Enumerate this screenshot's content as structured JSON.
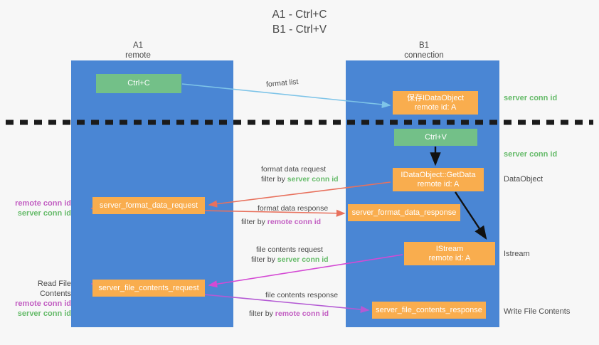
{
  "title": {
    "line1": "A1 - Ctrl+C",
    "line2": "B1 - Ctrl+V"
  },
  "lanes": [
    {
      "id": "a1",
      "name": "A1",
      "role": "remote"
    },
    {
      "id": "b1",
      "name": "B1",
      "role": "connection"
    }
  ],
  "boxes": {
    "ctrl_c": {
      "label": "Ctrl+C",
      "color": "#73c088"
    },
    "data_object": {
      "line1": "保存IDataObject",
      "line2": "remote id: A",
      "color": "#f9ad4e"
    },
    "ctrl_v": {
      "label": "Ctrl+V",
      "color": "#73c088"
    },
    "get_data": {
      "line1": "IDataObject::GetData",
      "line2": "remote id: A",
      "color": "#f9ad4e"
    },
    "istream": {
      "line1": "IStream",
      "line2": "remote id: A",
      "color": "#f9ad4e"
    },
    "format_data_request": {
      "label": "server_format_data_request",
      "color": "#f9ad4e"
    },
    "format_data_response": {
      "label": "server_format_data_response",
      "color": "#f9ad4e"
    },
    "file_contents_request": {
      "label": "server_file_contents_request",
      "color": "#f9ad4e"
    },
    "file_contents_response": {
      "label": "server_file_contents_response",
      "color": "#f9ad4e"
    }
  },
  "connectors": {
    "format_list": {
      "label": "format list",
      "color": "#7ec4e8"
    },
    "format_data_request": {
      "label": "format data request",
      "filter_prefix": "filter by ",
      "filter_value": "server conn id",
      "color": "#e8715d"
    },
    "format_data_response": {
      "label": "format data response",
      "filter_prefix": "filter by ",
      "filter_value": "remote conn id",
      "color": "#e8715d"
    },
    "file_contents_request": {
      "label": "file contents request",
      "filter_prefix": "filter by ",
      "filter_value": "server conn id",
      "color": "#d44ad4"
    },
    "file_contents_response": {
      "label": "file contents response",
      "filter_prefix": "filter by ",
      "filter_value": "remote conn id",
      "color": "#b45ad4"
    }
  },
  "annotations": {
    "right": [
      {
        "text": "server conn id",
        "kind": "server"
      },
      {
        "text": "server conn id",
        "kind": "server"
      },
      {
        "text": "DataObject",
        "kind": "plain"
      },
      {
        "text": "Istream",
        "kind": "plain"
      },
      {
        "text": "Write File Contents",
        "kind": "plain"
      }
    ],
    "left_upper": {
      "remote": "remote conn id",
      "server": "server conn id"
    },
    "left_lower": {
      "heading": "Read File Contents",
      "remote": "remote conn id",
      "server": "server conn id"
    }
  },
  "colors": {
    "lane": "#4a86d4",
    "green_text": "#66bb6a",
    "purple_text": "#c25ec2",
    "divider": "#1b1b1b",
    "background": "#f7f7f7"
  }
}
